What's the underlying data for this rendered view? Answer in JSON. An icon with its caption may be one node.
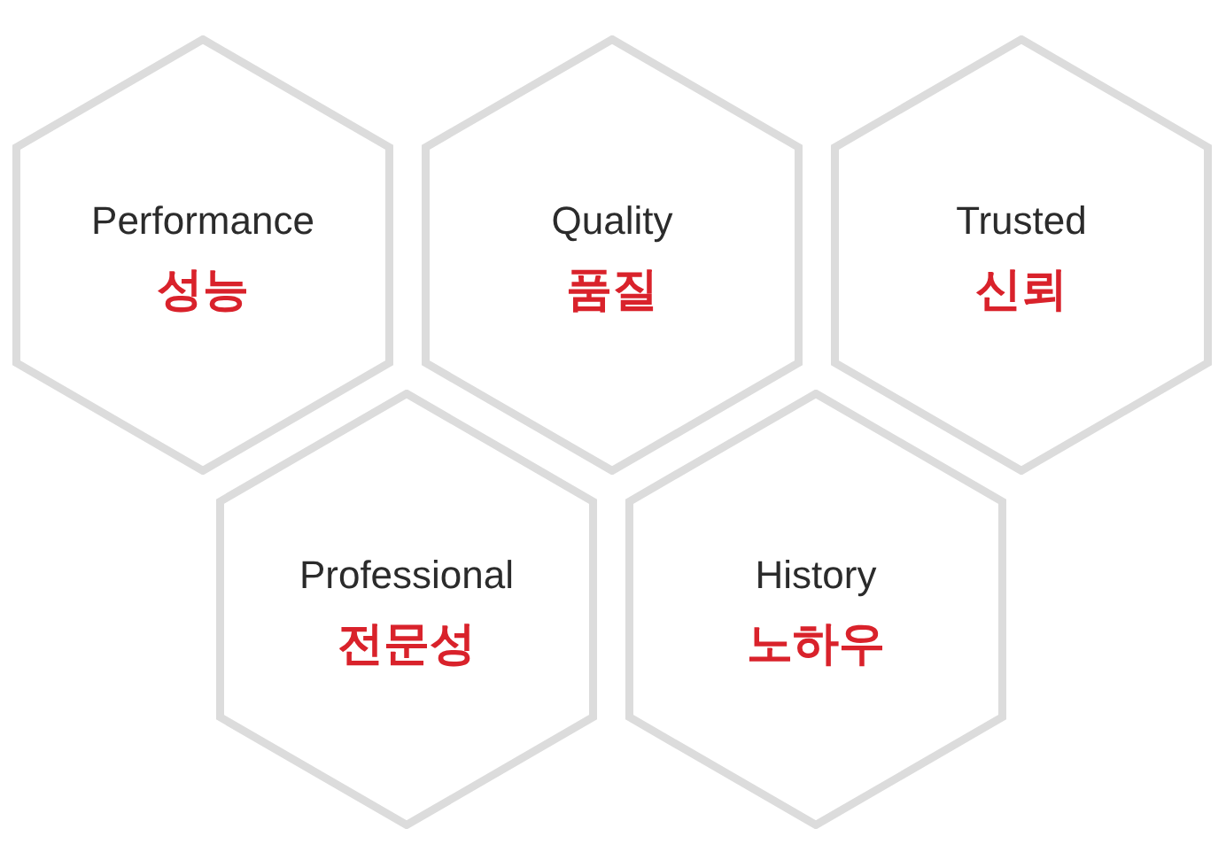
{
  "diagram": {
    "nodes": [
      {
        "text": [
          "Performance",
          "성능"
        ]
      },
      {
        "text": [
          "Quality",
          "품질"
        ]
      },
      {
        "text": [
          "Trusted",
          "신뢰"
        ]
      },
      {
        "text": [
          "Professional",
          "전문성"
        ]
      },
      {
        "text": [
          "History",
          "노하우"
        ]
      }
    ]
  }
}
